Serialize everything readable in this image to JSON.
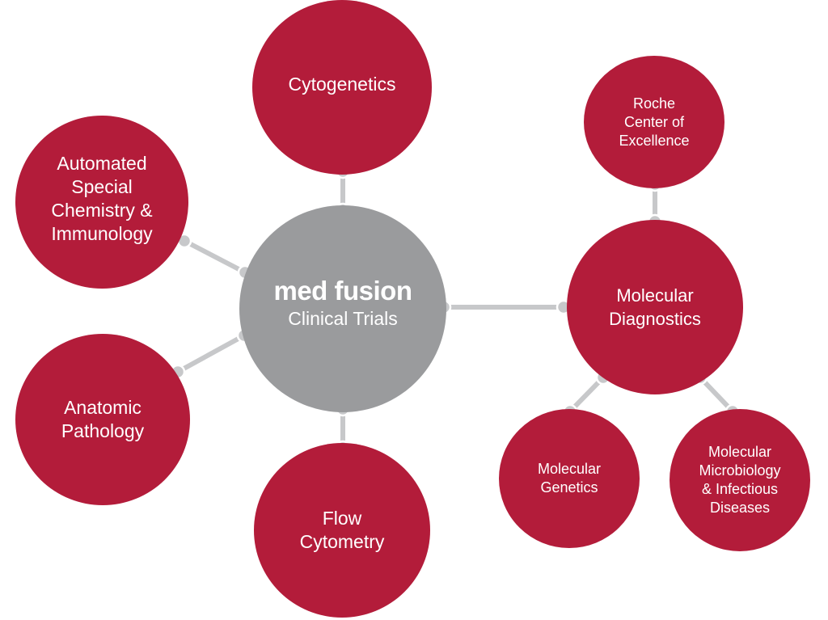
{
  "colors": {
    "node": "#b31c3a",
    "hub": "#9a9b9d",
    "connector": "#c7c8ca"
  },
  "hub": {
    "title": "med fusion",
    "subtitle": "Clinical Trials"
  },
  "nodes": {
    "cytogenetics": {
      "lines": [
        "Cytogenetics"
      ]
    },
    "automated_special_chemistry": {
      "lines": [
        "Automated",
        "Special",
        "Chemistry &",
        "Immunology"
      ]
    },
    "anatomic_pathology": {
      "lines": [
        "Anatomic",
        "Pathology"
      ]
    },
    "flow_cytometry": {
      "lines": [
        "Flow",
        "Cytometry"
      ]
    },
    "roche_center": {
      "lines": [
        "Roche",
        "Center of",
        "Excellence"
      ]
    },
    "molecular_diagnostics": {
      "lines": [
        "Molecular",
        "Diagnostics"
      ]
    },
    "molecular_genetics": {
      "lines": [
        "Molecular",
        "Genetics"
      ]
    },
    "molecular_microbiology": {
      "lines": [
        "Molecular",
        "Microbiology",
        "& Infectious",
        "Diseases"
      ]
    }
  }
}
